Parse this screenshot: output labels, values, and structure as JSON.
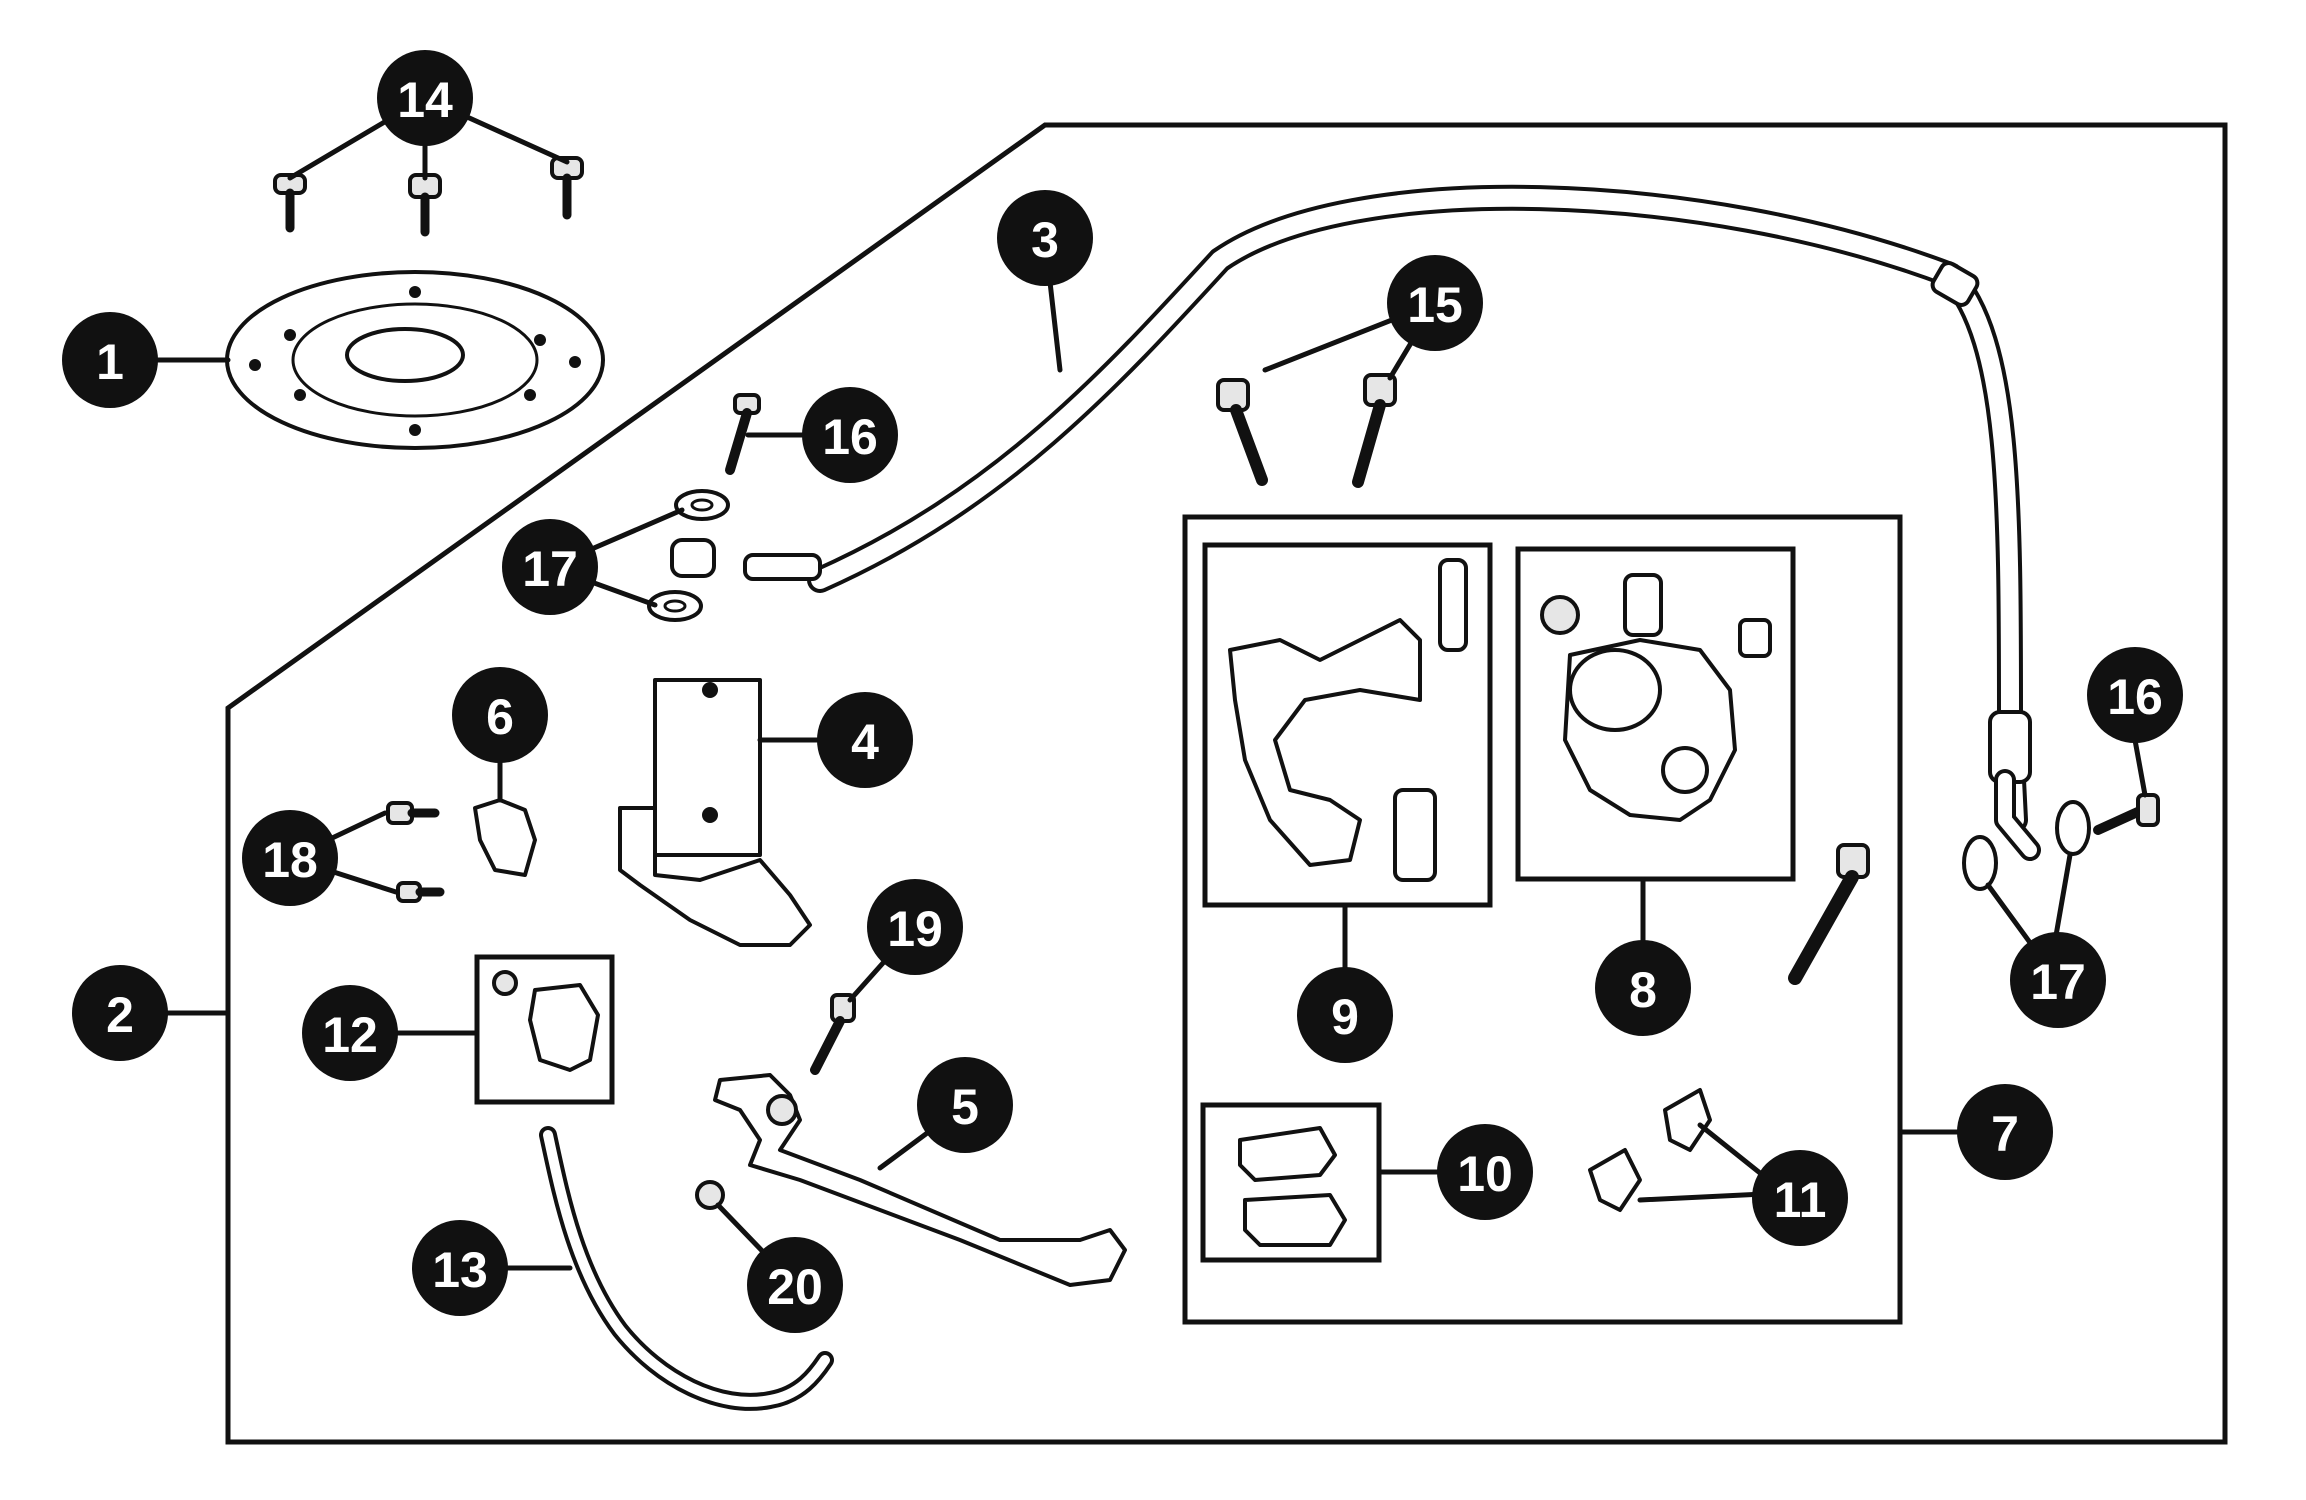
{
  "callouts": [
    {
      "id": "c1",
      "label": "1"
    },
    {
      "id": "c2",
      "label": "2"
    },
    {
      "id": "c3",
      "label": "3"
    },
    {
      "id": "c4",
      "label": "4"
    },
    {
      "id": "c5",
      "label": "5"
    },
    {
      "id": "c6",
      "label": "6"
    },
    {
      "id": "c7",
      "label": "7"
    },
    {
      "id": "c8",
      "label": "8"
    },
    {
      "id": "c9",
      "label": "9"
    },
    {
      "id": "c10",
      "label": "10"
    },
    {
      "id": "c11",
      "label": "11"
    },
    {
      "id": "c12",
      "label": "12"
    },
    {
      "id": "c13",
      "label": "13"
    },
    {
      "id": "c14",
      "label": "14"
    },
    {
      "id": "c15",
      "label": "15"
    },
    {
      "id": "c16a",
      "label": "16"
    },
    {
      "id": "c16b",
      "label": "16"
    },
    {
      "id": "c17a",
      "label": "17"
    },
    {
      "id": "c17b",
      "label": "17"
    },
    {
      "id": "c18",
      "label": "18"
    },
    {
      "id": "c19",
      "label": "19"
    },
    {
      "id": "c20",
      "label": "20"
    }
  ]
}
